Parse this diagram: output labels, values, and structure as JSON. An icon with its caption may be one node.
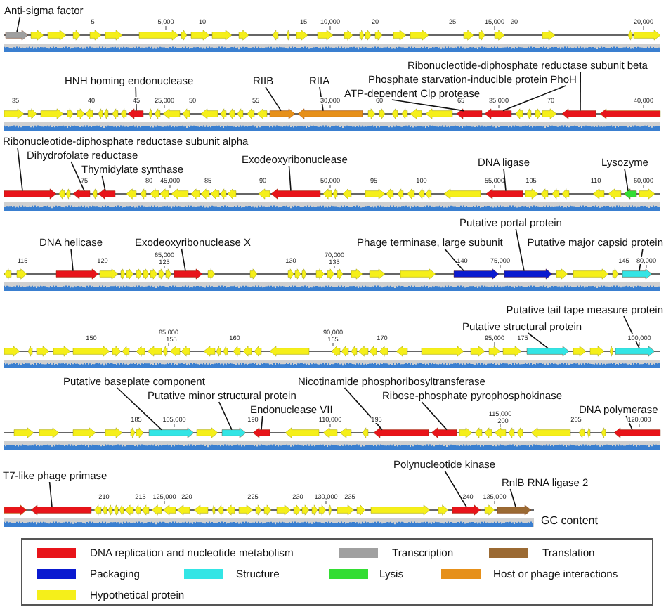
{
  "diagram": {
    "nodes": [
      {
        "text": [
          "Anti-sigma factor"
        ]
      },
      {
        "text": [
          "Ribonucleotide-diphosphate reductase subunit beta"
        ]
      },
      {
        "text": [
          "HNH homing endonuclease"
        ]
      },
      {
        "text": [
          "RIIB"
        ]
      },
      {
        "text": [
          "RIIA"
        ]
      },
      {
        "text": [
          "Phosphate starvation-inducible protein PhoH"
        ]
      },
      {
        "text": [
          "ATP-dependent Clp protease"
        ]
      },
      {
        "text": [
          "Ribonucleotide-diphosphate reductase subunit alpha"
        ]
      },
      {
        "text": [
          "Dihydrofolate reductase"
        ]
      },
      {
        "text": [
          "Exodeoxyribonuclease"
        ]
      },
      {
        "text": [
          "DNA ligase"
        ]
      },
      {
        "text": [
          "Lysozyme"
        ]
      },
      {
        "text": [
          "Thymidylate synthase"
        ]
      },
      {
        "text": [
          "Putative portal protein"
        ]
      },
      {
        "text": [
          "DNA helicase"
        ]
      },
      {
        "text": [
          "Exodeoxyribonuclease X"
        ]
      },
      {
        "text": [
          "Phage terminase, large subunit"
        ]
      },
      {
        "text": [
          "Putative major capsid protein"
        ]
      },
      {
        "text": [
          "Putative tail tape measure protein"
        ]
      },
      {
        "text": [
          "Putative structural protein"
        ]
      },
      {
        "text": [
          "Putative baseplate component"
        ]
      },
      {
        "text": [
          "Nicotinamide phosphoribosyltransferase"
        ]
      },
      {
        "text": [
          "Putative minor structural protein"
        ]
      },
      {
        "text": [
          "Ribose-phosphate pyrophosphokinase"
        ]
      },
      {
        "text": [
          "Endonuclease VII"
        ]
      },
      {
        "text": [
          "DNA polymerase"
        ]
      },
      {
        "text": [
          "Polynucleotide kinase"
        ]
      },
      {
        "text": [
          "T7-like phage primase"
        ]
      },
      {
        "text": [
          "RnlB RNA ligase 2"
        ]
      },
      {
        "text": [],
        "shape": "arrow"
      },
      {
        "text": [],
        "shape": "arrow"
      },
      {
        "text": [],
        "shape": "arrow"
      },
      {
        "text": [],
        "shape": "arrow"
      },
      {
        "text": [],
        "shape": "arrow"
      },
      {
        "text": [],
        "shape": "arrow"
      },
      {
        "text": [],
        "shape": "arrow"
      },
      {
        "text": [],
        "shape": "arrow"
      },
      {
        "text": [],
        "shape": "arrow"
      },
      {
        "text": [],
        "shape": "arrow"
      },
      {
        "text": [],
        "shape": "arrow"
      },
      {
        "text": [],
        "shape": "arrow"
      },
      {
        "text": [],
        "shape": "arrow"
      },
      {
        "text": [],
        "shape": "arrow"
      },
      {
        "text": [],
        "shape": "arrow"
      },
      {
        "text": [],
        "shape": "arrow"
      },
      {
        "text": [],
        "shape": "arrow"
      },
      {
        "text": [],
        "shape": "arrow"
      },
      {
        "text": [],
        "shape": "arrow"
      },
      {
        "text": [],
        "shape": "arrow"
      },
      {
        "text": [],
        "shape": "arrow"
      },
      {
        "text": [],
        "shape": "arrow"
      },
      {
        "text": [],
        "shape": "arrow"
      },
      {
        "text": [],
        "shape": "arrow"
      },
      {
        "text": [],
        "shape": "arrow"
      },
      {
        "text": [],
        "shape": "arrow"
      },
      {
        "text": [],
        "shape": "arrow"
      },
      {
        "text": [],
        "shape": "arrow"
      },
      {
        "text": [],
        "shape": "arrow"
      }
    ],
    "edges": [
      {
        "from": 0,
        "to": 29,
        "arrow": "none"
      },
      {
        "from": 1,
        "to": 35,
        "arrow": "none"
      },
      {
        "from": 2,
        "to": 30,
        "arrow": "none"
      },
      {
        "from": 3,
        "to": 31,
        "arrow": "none"
      },
      {
        "from": 4,
        "to": 32,
        "arrow": "none"
      },
      {
        "from": 5,
        "to": 34,
        "arrow": "none"
      },
      {
        "from": 6,
        "to": 33,
        "arrow": "none"
      },
      {
        "from": 7,
        "to": 36,
        "arrow": "none"
      },
      {
        "from": 8,
        "to": 37,
        "arrow": "none"
      },
      {
        "from": 9,
        "to": 39,
        "arrow": "none"
      },
      {
        "from": 10,
        "to": 40,
        "arrow": "none"
      },
      {
        "from": 11,
        "to": 41,
        "arrow": "none"
      },
      {
        "from": 12,
        "to": 38,
        "arrow": "none"
      },
      {
        "from": 13,
        "to": 45,
        "arrow": "none"
      },
      {
        "from": 14,
        "to": 42,
        "arrow": "none"
      },
      {
        "from": 15,
        "to": 43,
        "arrow": "none"
      },
      {
        "from": 16,
        "to": 44,
        "arrow": "none"
      },
      {
        "from": 17,
        "to": 46,
        "arrow": "none"
      },
      {
        "from": 18,
        "to": 48,
        "arrow": "none"
      },
      {
        "from": 19,
        "to": 47,
        "arrow": "none"
      },
      {
        "from": 20,
        "to": 49,
        "arrow": "none"
      },
      {
        "from": 21,
        "to": 52,
        "arrow": "none"
      },
      {
        "from": 22,
        "to": 50,
        "arrow": "none"
      },
      {
        "from": 23,
        "to": 53,
        "arrow": "none"
      },
      {
        "from": 24,
        "to": 51,
        "arrow": "none"
      },
      {
        "from": 25,
        "to": 54,
        "arrow": "none"
      },
      {
        "from": 26,
        "to": 56,
        "arrow": "none"
      },
      {
        "from": 27,
        "to": 55,
        "arrow": "none"
      },
      {
        "from": 28,
        "to": 57,
        "arrow": "none"
      }
    ],
    "labels": [
      "5",
      "5,000",
      "10",
      "15",
      "10,000",
      "20",
      "25",
      "15,000",
      "30",
      "20,000",
      "35",
      "40",
      "45",
      "25,000",
      "50",
      "55",
      "30,000",
      "60",
      "65",
      "35,000",
      "70",
      "40,000",
      "75",
      "80",
      "45,000",
      "85",
      "90",
      "50,000",
      "95",
      "100",
      "55,000",
      "105",
      "110",
      "60,000",
      "115",
      "120",
      "65,000",
      "125",
      "130",
      "70,000",
      "135",
      "140",
      "75,000",
      "145",
      "80,000",
      "150",
      "85,000",
      "155",
      "160",
      "90,000",
      "165",
      "170",
      "95,000",
      "175",
      "100,000",
      "185",
      "105,000",
      "190",
      "110,000",
      "195",
      "115,000",
      "200",
      "205",
      "120,000",
      "210",
      "215",
      "125,000",
      "220",
      "225",
      "230",
      "130,000",
      "235",
      "240",
      "135,000",
      "GC content"
    ],
    "legend": [
      {
        "text": "DNA replication and nucleotide metabolism",
        "color": "#e8141a"
      },
      {
        "text": "Transcription",
        "color": "#a0a0a0"
      },
      {
        "text": "Translation",
        "color": "#9b6a33"
      },
      {
        "text": "Packaging",
        "color": "#0a1ad0"
      },
      {
        "text": "Structure",
        "color": "#33e5e5"
      },
      {
        "text": "Lysis",
        "color": "#33dd33"
      },
      {
        "text": "Host or phage interactions",
        "color": "#e6901a"
      },
      {
        "text": "Hypothetical protein",
        "color": "#f5ef1a"
      }
    ]
  }
}
